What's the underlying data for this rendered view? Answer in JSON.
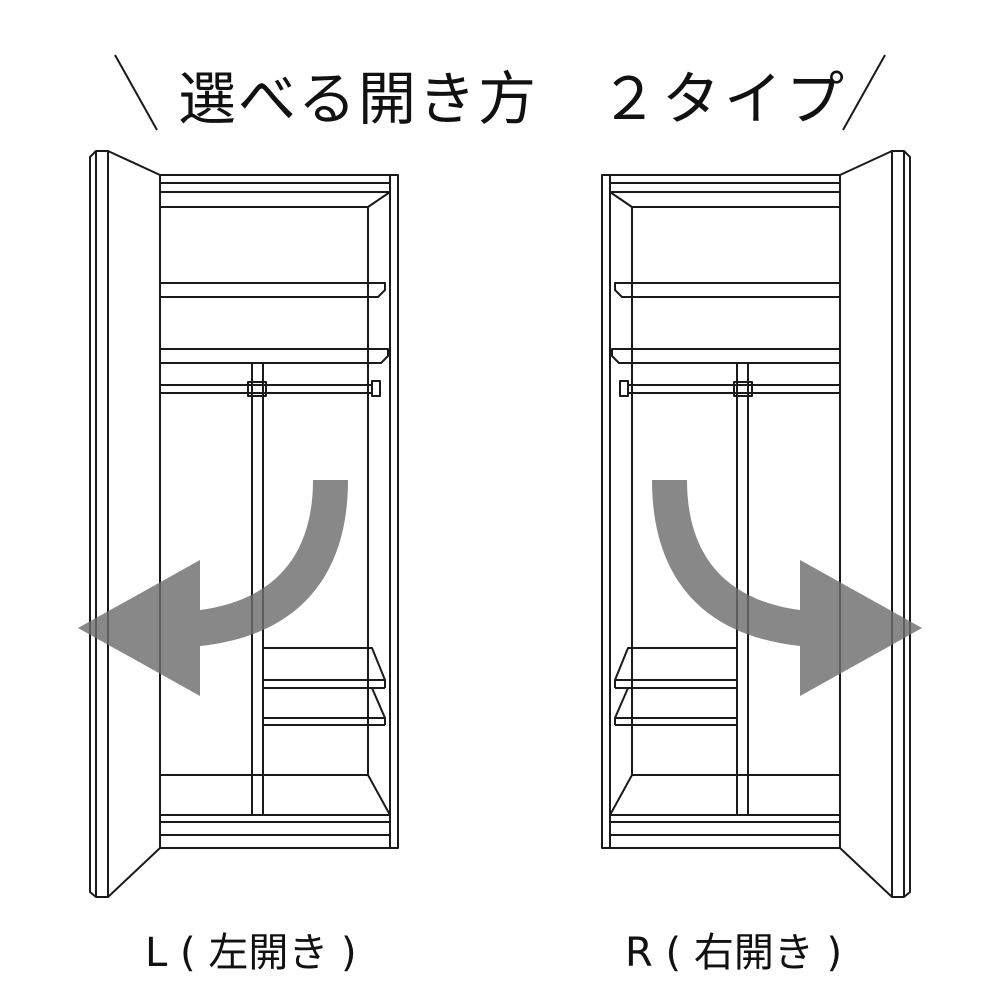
{
  "title": {
    "main": "選べる開き方",
    "sub": "２タイプ"
  },
  "wardrobes": [
    {
      "id": "left",
      "label": "L ( 左開き )",
      "hinge_side": "left",
      "arrow_direction": "left"
    },
    {
      "id": "right",
      "label": "R ( 右開き )",
      "hinge_side": "right",
      "arrow_direction": "right"
    }
  ],
  "colors": {
    "line": "#1a1a1a",
    "arrow": "#777777",
    "background": "#ffffff"
  },
  "icons": [
    "open-direction-arrow-icon"
  ]
}
